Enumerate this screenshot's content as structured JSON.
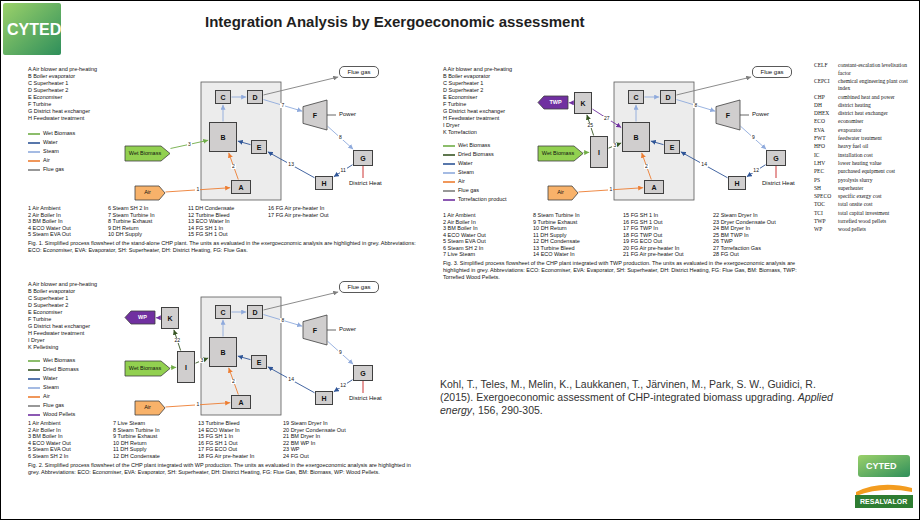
{
  "diagram": {
    "title": "Integration Analysis by Exergoeconomic assessment",
    "nodes": [
      {
        "text": [
          "Wet Biomass"
        ]
      },
      {
        "text": [
          "Air"
        ]
      },
      {
        "text": [
          "C"
        ]
      },
      {
        "text": [
          "D"
        ]
      },
      {
        "text": [
          "B"
        ]
      },
      {
        "text": [
          "E"
        ]
      },
      {
        "text": [
          "A"
        ]
      },
      {
        "text": [
          "F"
        ]
      },
      {
        "text": [
          "G"
        ]
      },
      {
        "text": [
          "H"
        ]
      },
      {
        "text": [
          "Flue gas"
        ]
      },
      {
        "text": [
          "TWP"
        ]
      },
      {
        "text": [
          "K"
        ]
      },
      {
        "text": [
          "Wet Biomass"
        ]
      },
      {
        "text": [
          "I"
        ]
      },
      {
        "text": [
          "Air"
        ]
      },
      {
        "text": [
          "C"
        ]
      },
      {
        "text": [
          "D"
        ]
      },
      {
        "text": [
          "B"
        ]
      },
      {
        "text": [
          "E"
        ]
      },
      {
        "text": [
          "A"
        ]
      },
      {
        "text": [
          "F"
        ]
      },
      {
        "text": [
          "G"
        ]
      },
      {
        "text": [
          "H"
        ]
      },
      {
        "text": [
          "Flue gas"
        ]
      },
      {
        "text": [
          "WP"
        ]
      },
      {
        "text": [
          "K"
        ]
      },
      {
        "text": [
          "Wet Biomass"
        ]
      },
      {
        "text": [
          "I"
        ]
      },
      {
        "text": [
          "Air"
        ]
      },
      {
        "text": [
          "C"
        ]
      },
      {
        "text": [
          "D"
        ]
      },
      {
        "text": [
          "B"
        ]
      },
      {
        "text": [
          "E"
        ]
      },
      {
        "text": [
          "A"
        ]
      },
      {
        "text": [
          "F"
        ]
      },
      {
        "text": [
          "G"
        ]
      },
      {
        "text": [
          "H"
        ]
      },
      {
        "text": [
          "Flue gas"
        ]
      }
    ],
    "edges": [
      {
        "from": 0,
        "to": 4,
        "arrow": "to",
        "label": "3"
      },
      {
        "from": 1,
        "to": 6,
        "arrow": "to",
        "label": "1"
      },
      {
        "from": 6,
        "to": 4,
        "arrow": "to",
        "label": "2"
      },
      {
        "from": 4,
        "to": 2,
        "arrow": "to"
      },
      {
        "from": 2,
        "to": 3,
        "arrow": "to"
      },
      {
        "from": 3,
        "to": 7,
        "arrow": "to",
        "label": "7"
      },
      {
        "from": 7,
        "to": 8,
        "arrow": "to",
        "label": "8"
      },
      {
        "from": 8,
        "to": 9,
        "arrow": "to",
        "label": "11"
      },
      {
        "from": 9,
        "to": 5,
        "arrow": "to",
        "label": "13"
      },
      {
        "from": 5,
        "to": 4,
        "arrow": "to"
      },
      {
        "from": 3,
        "to": 10,
        "arrow": "to"
      },
      {
        "from": 13,
        "to": 14,
        "arrow": "to"
      },
      {
        "from": 15,
        "to": 20,
        "arrow": "to",
        "label": "1"
      },
      {
        "from": 20,
        "to": 18,
        "arrow": "to",
        "label": "2"
      },
      {
        "from": 14,
        "to": 18,
        "arrow": "to",
        "label": "3"
      },
      {
        "from": 14,
        "to": 12,
        "arrow": "to",
        "label": "25"
      },
      {
        "from": 12,
        "to": 11,
        "arrow": "to"
      },
      {
        "from": 12,
        "to": 18,
        "arrow": "to",
        "label": "27"
      },
      {
        "from": 18,
        "to": 16,
        "arrow": "to"
      },
      {
        "from": 16,
        "to": 17,
        "arrow": "to"
      },
      {
        "from": 17,
        "to": 21,
        "arrow": "to",
        "label": "8"
      },
      {
        "from": 21,
        "to": 22,
        "arrow": "to",
        "label": "9"
      },
      {
        "from": 22,
        "to": 23,
        "arrow": "to",
        "label": "12"
      },
      {
        "from": 23,
        "to": 19,
        "arrow": "to",
        "label": "14"
      },
      {
        "from": 19,
        "to": 18,
        "arrow": "to"
      },
      {
        "from": 17,
        "to": 24,
        "arrow": "to"
      },
      {
        "from": 27,
        "to": 28,
        "arrow": "to"
      },
      {
        "from": 29,
        "to": 34,
        "arrow": "to",
        "label": "1"
      },
      {
        "from": 34,
        "to": 32,
        "arrow": "to",
        "label": "2"
      },
      {
        "from": 28,
        "to": 32,
        "arrow": "to",
        "label": "3"
      },
      {
        "from": 28,
        "to": 26,
        "arrow": "to",
        "label": "22"
      },
      {
        "from": 26,
        "to": 25,
        "arrow": "to"
      },
      {
        "from": 32,
        "to": 30,
        "arrow": "to"
      },
      {
        "from": 30,
        "to": 31,
        "arrow": "to"
      },
      {
        "from": 31,
        "to": 35,
        "arrow": "to",
        "label": "8"
      },
      {
        "from": 35,
        "to": 36,
        "arrow": "to",
        "label": "9"
      },
      {
        "from": 36,
        "to": 37,
        "arrow": "to",
        "label": "12"
      },
      {
        "from": 37,
        "to": 33,
        "arrow": "to",
        "label": "14"
      },
      {
        "from": 33,
        "to": 32,
        "arrow": "to"
      },
      {
        "from": 31,
        "to": 38,
        "arrow": "to"
      }
    ],
    "labels": [
      "CYTED",
      "A Air blower and pre-heating",
      "B Boiler evaporator",
      "C Superheater 1",
      "D Superheater 2",
      "E Economiser",
      "F Turbine",
      "G District heat exchanger",
      "H Feedwater treatment",
      "Power",
      "District Heat",
      "1 Air Ambient",
      "2 Air Boiler In",
      "3 BM Boiler In",
      "4 ECO Water Out",
      "5 Steam EVA Out",
      "6 Steam SH 2 In",
      "7 Steam Turbine In",
      "8 Turbine Exhaust",
      "9 DH Return",
      "10 DH Supply",
      "11 DH Condensate",
      "12 Turbine Bleed",
      "13 ECO Water In",
      "14 FG SH 1 In",
      "15 FG SH 1 Out",
      "16 FG Air pre-heater In",
      "17 FG Air pre-heater Out",
      "Fig. 1. Simplified process flowsheet of the stand-alone CHP plant. The units as evaluated in the exergoeconomic analysis are highlighted in grey. Abbreviations: ECO: Economiser, EVA: Evaporator, SH: Superheater, DH: District Heating, FG: Flue Gas.",
      "A Air blower and pre-heating",
      "B Boiler evaporator",
      "C Superheater 1",
      "D Superheater 2",
      "E Economiser",
      "F Turbine",
      "G District heat exchanger",
      "H Feedwater treatment",
      "I Dryer",
      "K Torrefaction",
      "Power",
      "District Heat",
      "1 Air Ambient",
      "2 Air Boiler In",
      "3 BM Boiler In",
      "4 ECO Water Out",
      "5 Steam EVA Out",
      "6 Steam SH 2 In",
      "7 Live Steam",
      "8 Steam Turbine In",
      "9 Turbine Exhaust",
      "10 DH Return",
      "11 DH Supply",
      "12 DH Condensate",
      "13 Turbine Bleed",
      "14 ECO Water In",
      "15 FG SH 1 In",
      "16 FG SH 1 Out",
      "17 FG TWP In",
      "18 FG TWP Out",
      "19 FG ECO Out",
      "20 FG Air pre-heater In",
      "21 FG Air pre-heater Out",
      "22 Steam Dryer In",
      "23 Dryer Condensate Out",
      "24 BM Dryer In",
      "25 BM TWP In",
      "26 TWP",
      "27 Torrefaction Gas",
      "28 FG Out",
      "Fig. 3. Simplified process flowsheet of the CHP plant integrated with TWP production. The units as evaluated in the exergoeconomic analysis are highlighted in grey. Abbreviations: ECO: Economiser, EVA: Evaporator, SH: Superheater, DH: District Heating, FG: Flue Gas, BM: Biomass, TWP: Torrefied Wood Pellets.",
      "CELF",
      "constant-escalation levelisation factor",
      "CEPCI",
      "chemical engineering plant cost index",
      "CHP",
      "combined heat and power",
      "DH",
      "district heating",
      "DHEX",
      "district heat exchanger",
      "ECO",
      "economiser",
      "EVA",
      "evaporator",
      "FWT",
      "feedwater treatment",
      "HFO",
      "heavy fuel oil",
      "IC",
      "installation cost",
      "LHV",
      "lower heating value",
      "PEC",
      "purchased equipment cost",
      "PS",
      "pyrolysis slurry",
      "SH",
      "superheater",
      "SPECO",
      "specific exergy cost",
      "TOC",
      "total onsite cost",
      "TCI",
      "total capital investment",
      "TWP",
      "torrefied wood pellets",
      "WP",
      "wood pellets",
      "A Air blower and pre-heating",
      "B Boiler evaporator",
      "C Superheater 1",
      "D Superheater 2",
      "E Economiser",
      "F Turbine",
      "G District heat exchanger",
      "H Feedwater treatment",
      "I Dryer",
      "K Pelletising",
      "Power",
      "District Heat",
      "1 Air Ambient",
      "2 Air Boiler In",
      "3 BM Boiler In",
      "4 ECO Water Out",
      "5 Steam EVA Out",
      "6 Steam SH 2 In",
      "7 Live Steam",
      "8 Steam Turbine In",
      "9 Turbine Exhaust",
      "10 DH Return",
      "11 DH Supply",
      "12 DH Condensate",
      "13 Turbine Bleed",
      "14 ECO Water In",
      "15 FG SH 1 In",
      "16 FG SH 1 Out",
      "17 FG ECO Out",
      "18 FG Air pre-heater In",
      "19 Steam Dryer In",
      "20 Dryer Condensate Out",
      "21 BM Dryer In",
      "22 BM WP In",
      "23 WP",
      "24 FG Out",
      "Fig. 2. Simplified process flowsheet of the CHP plant integrated with WP production. The units as evaluated in the exergoeconomic analysis are highlighted in grey. Abbreviations: ECO: Economiser, EVA: Evaporator, SH: Superheater, DH: District Heating, FG: Flue Gas, BM: Biomass, WP: Wood Pellets.",
      "Kohl, T., Teles, M., Melin, K., Laukkanen, T., Järvinen, M., Park, S. W., Guidici, R. (2015). Exergoeconomic assessment of CHP-integrated biomass upgrading.",
      "Applied energy",
      ", 156, 290-305.",
      "CYTED",
      "RESALVALOR"
    ],
    "legend": [
      {
        "text": "Wet Biomass"
      },
      {
        "text": "Water"
      },
      {
        "text": "Steam"
      },
      {
        "text": "Air"
      },
      {
        "text": "Flue gas"
      },
      {
        "text": "Wet Biomass"
      },
      {
        "text": "Dried Biomass"
      },
      {
        "text": "Water"
      },
      {
        "text": "Steam"
      },
      {
        "text": "Air"
      },
      {
        "text": "Flue gas"
      },
      {
        "text": "Torrefaction product"
      },
      {
        "text": "Wet Biomass"
      },
      {
        "text": "Dried Biomass"
      },
      {
        "text": "Water"
      },
      {
        "text": "Steam"
      },
      {
        "text": "Air"
      },
      {
        "text": "Flue gas"
      },
      {
        "text": "Wood Pellets"
      }
    ]
  }
}
